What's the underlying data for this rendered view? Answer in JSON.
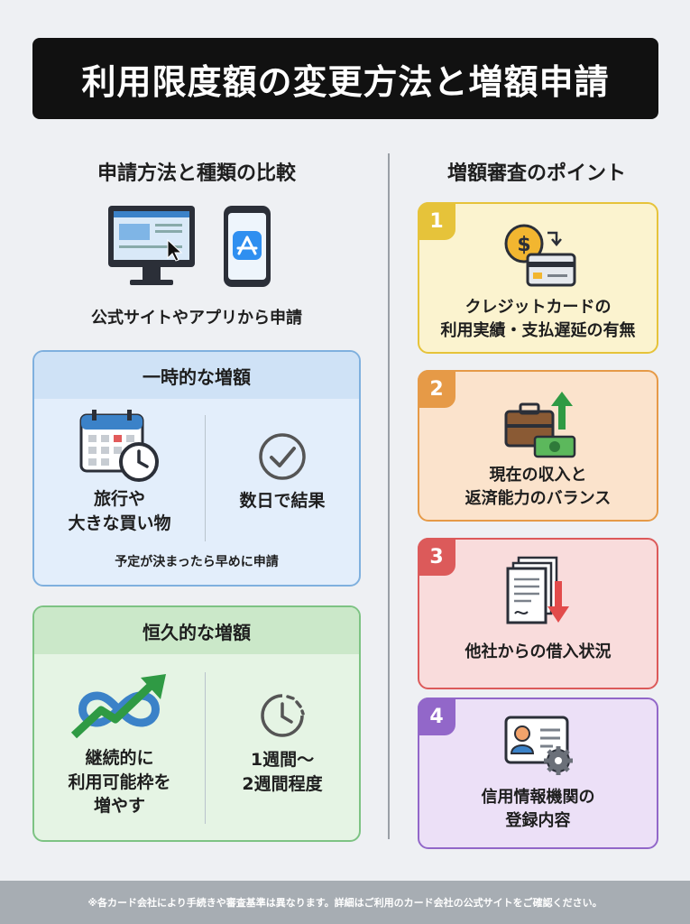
{
  "title": "利用限度額の変更方法と増額申請",
  "left": {
    "heading": "申請方法と種類の比較",
    "apply_caption": "公式サイトやアプリから申請",
    "temporary": {
      "heading": "一時的な増額",
      "use_case": "旅行や\n大きな買い物",
      "duration": "数日で結果",
      "note": "予定が決まったら早めに申請"
    },
    "permanent": {
      "heading": "恒久的な増額",
      "use_case": "継続的に\n利用可能枠を\n増やす",
      "duration": "1週間〜\n2週間程度"
    }
  },
  "right": {
    "heading": "増額審査のポイント",
    "points": [
      {
        "number": "1",
        "text": "クレジットカードの\n利用実績・支払遅延の有無",
        "color": "#e6c33a",
        "bg": "#fbf3cf",
        "icon": "credit-card-coin-icon"
      },
      {
        "number": "2",
        "text": "現在の収入と\n返済能力のバランス",
        "color": "#e69a47",
        "bg": "#fbe3cc",
        "icon": "briefcase-money-icon"
      },
      {
        "number": "3",
        "text": "他社からの借入状況",
        "color": "#dc5a5a",
        "bg": "#f9dcdc",
        "icon": "documents-down-arrow-icon"
      },
      {
        "number": "4",
        "text": "信用情報機関の\n登録内容",
        "color": "#9267c9",
        "bg": "#ece0f7",
        "icon": "id-card-gear-icon"
      }
    ]
  },
  "footer": "※各カード会社により手続きや審査基準は異なります。詳細はご利用のカード会社の公式サイトをご確認ください。"
}
